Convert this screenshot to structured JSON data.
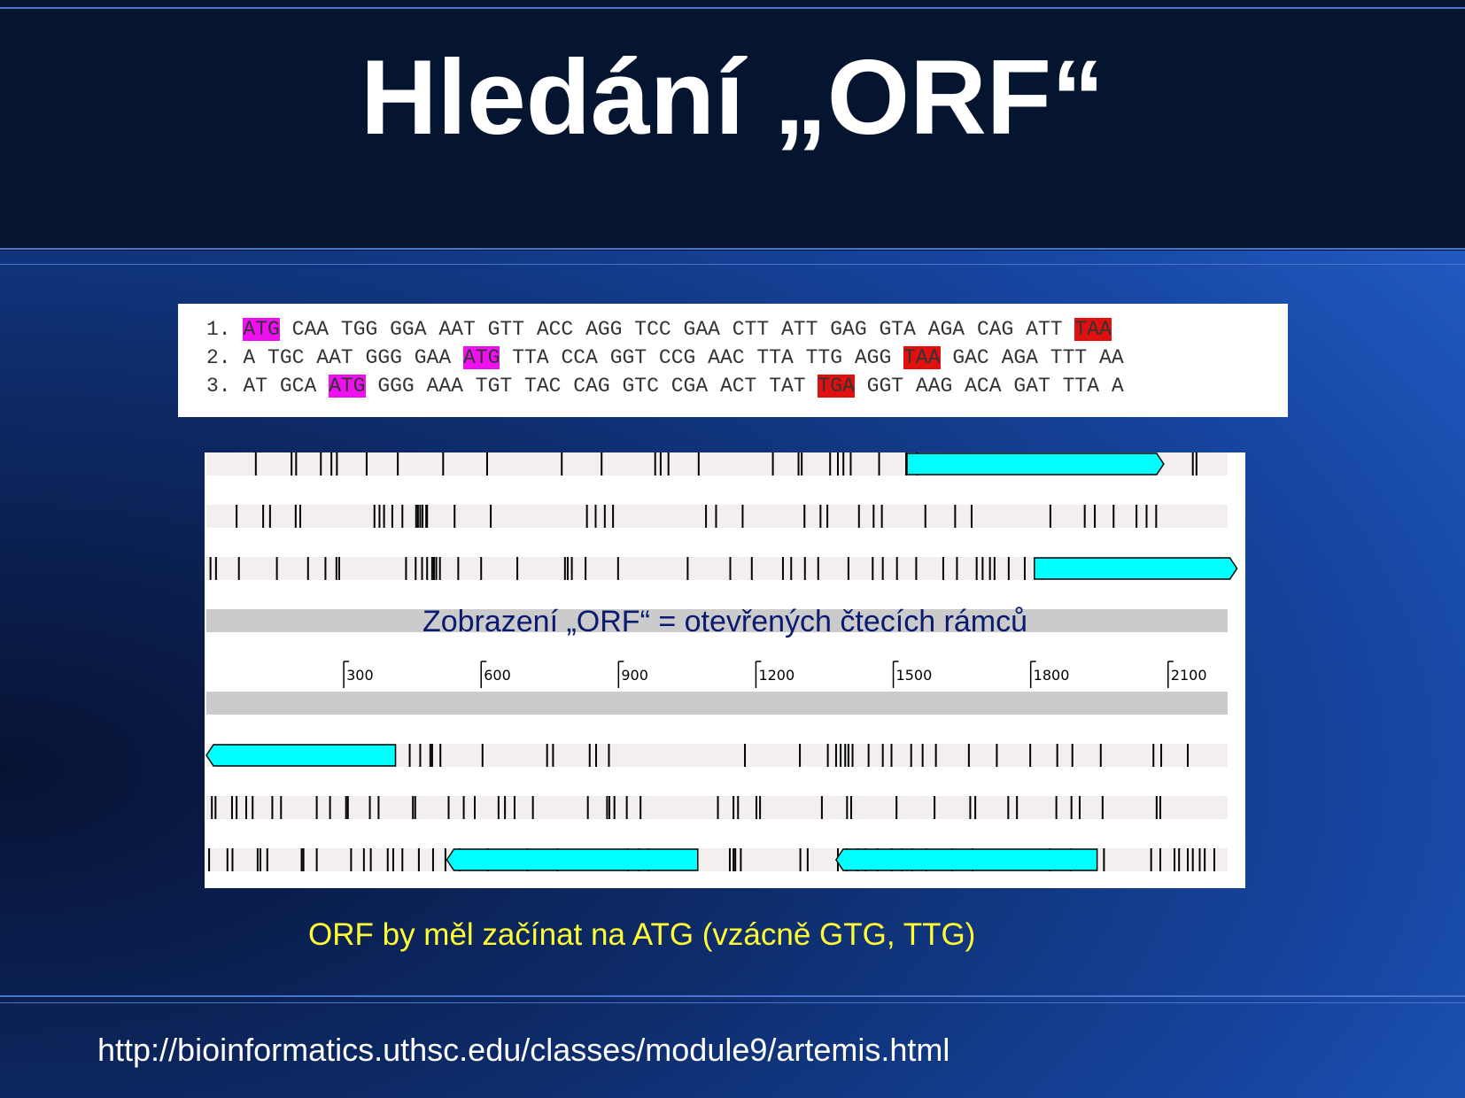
{
  "slide": {
    "title": "Hledání „ORF“",
    "sequence_frames": [
      {
        "num": "1.",
        "tokens": [
          {
            "t": "ATG",
            "mark": "start"
          },
          {
            "t": "CAA"
          },
          {
            "t": "TGG"
          },
          {
            "t": "GGA"
          },
          {
            "t": "AAT"
          },
          {
            "t": "GTT"
          },
          {
            "t": "ACC"
          },
          {
            "t": "AGG"
          },
          {
            "t": "TCC"
          },
          {
            "t": "GAA"
          },
          {
            "t": "CTT"
          },
          {
            "t": "ATT"
          },
          {
            "t": "GAG"
          },
          {
            "t": "GTA"
          },
          {
            "t": "AGA"
          },
          {
            "t": "CAG"
          },
          {
            "t": "ATT"
          },
          {
            "t": "TAA",
            "mark": "stop"
          }
        ]
      },
      {
        "num": "2.",
        "tokens": [
          {
            "t": "A"
          },
          {
            "t": "TGC"
          },
          {
            "t": "AAT"
          },
          {
            "t": "GGG"
          },
          {
            "t": "GAA"
          },
          {
            "t": "ATG",
            "mark": "start"
          },
          {
            "t": "TTA"
          },
          {
            "t": "CCA"
          },
          {
            "t": "GGT"
          },
          {
            "t": "CCG"
          },
          {
            "t": "AAC"
          },
          {
            "t": "TTA"
          },
          {
            "t": "TTG"
          },
          {
            "t": "AGG"
          },
          {
            "t": "TAA",
            "mark": "stop"
          },
          {
            "t": "GAC"
          },
          {
            "t": "AGA"
          },
          {
            "t": "TTT"
          },
          {
            "t": "AA"
          }
        ]
      },
      {
        "num": "3.",
        "tokens": [
          {
            "t": "AT"
          },
          {
            "t": "GCA"
          },
          {
            "t": "ATG",
            "mark": "start"
          },
          {
            "t": "GGG"
          },
          {
            "t": "AAA"
          },
          {
            "t": "TGT"
          },
          {
            "t": "TAC"
          },
          {
            "t": "CAG"
          },
          {
            "t": "GTC"
          },
          {
            "t": "CGA"
          },
          {
            "t": "ACT"
          },
          {
            "t": "TAT"
          },
          {
            "t": "TGA",
            "mark": "stop"
          },
          {
            "t": "GGT"
          },
          {
            "t": "AAG"
          },
          {
            "t": "ACA"
          },
          {
            "t": "GAT"
          },
          {
            "t": "TTA"
          },
          {
            "t": "A"
          }
        ]
      }
    ],
    "orf_view": {
      "label": "Zobrazení „ORF“ = otevřených čtecích rámců",
      "ruler_ticks": [
        "300",
        "600",
        "900",
        "1200",
        "1500",
        "1800",
        "2100"
      ],
      "ruler_range": [
        0,
        2230
      ],
      "forward_frames": [
        {
          "stops": [
            108,
            186,
            196,
            250,
            273,
            285,
            350,
            418,
            517,
            613,
            776,
            863,
            980,
            992,
            1009,
            1075,
            1237,
            1293,
            1300,
            1362,
            1379,
            1391,
            1407,
            1469,
            1528,
            1552,
            2154,
            2162
          ],
          "orfs": [
            {
              "start": 1530,
              "end": 2075,
              "strand": "+"
            }
          ]
        },
        {
          "stops": [
            66,
            124,
            139,
            195,
            205,
            367,
            378,
            388,
            406,
            428,
            458,
            462,
            467,
            472,
            480,
            482,
            542,
            621,
            831,
            850,
            870,
            888,
            1091,
            1113,
            1171,
            1306,
            1341,
            1356,
            1425,
            1457,
            1475,
            1570,
            1635,
            1671,
            1843,
            1918,
            1940,
            1981,
            2031,
            2053,
            2074
          ],
          "orfs": []
        },
        {
          "stops": [
            9,
            21,
            71,
            154,
            222,
            260,
            284,
            290,
            436,
            457,
            471,
            482,
            493,
            497,
            502,
            510,
            550,
            600,
            679,
            783,
            789,
            798,
            828,
            899,
            1051,
            1144,
            1191,
            1259,
            1277,
            1307,
            1336,
            1402,
            1455,
            1477,
            1508,
            1550,
            1609,
            1639,
            1682,
            1695,
            1711,
            1721,
            1752,
            1787
          ],
          "orfs": [
            {
              "start": 1808,
              "end": 2235,
              "strand": "+"
            }
          ]
        }
      ],
      "reverse_frames": [
        {
          "stops": [
            444,
            467,
            489,
            493,
            511,
            603,
            744,
            757,
            837,
            851,
            879,
            1176,
            1296,
            1357,
            1375,
            1385,
            1395,
            1402,
            1411,
            1446,
            1477,
            1496,
            1539,
            1564,
            1593,
            1665,
            1726,
            1799,
            1858,
            1891,
            1953,
            2068,
            2085,
            2143
          ],
          "orfs": [
            {
              "start": 0,
              "end": 413,
              "strand": "-"
            }
          ]
        },
        {
          "stops": [
            12,
            20,
            56,
            66,
            87,
            101,
            144,
            163,
            241,
            270,
            305,
            309,
            357,
            376,
            451,
            456,
            529,
            562,
            586,
            638,
            652,
            673,
            713,
            833,
            875,
            880,
            891,
            918,
            948,
            1117,
            1151,
            1161,
            1201,
            1209,
            1344,
            1399,
            1408,
            1507,
            1590,
            1668,
            1679,
            1751,
            1770,
            1856,
            1889,
            1907,
            1957,
            2075,
            2083
          ],
          "orfs": []
        },
        {
          "stops": [
            6,
            46,
            57,
            112,
            118,
            133,
            208,
            212,
            241,
            316,
            344,
            359,
            396,
            408,
            428,
            464,
            495,
            522,
            553,
            615,
            701,
            767,
            920,
            945,
            966,
            1143,
            1151,
            1155,
            1167,
            1297,
            1313,
            1379,
            1398,
            1422,
            1440,
            1466,
            1497,
            1519,
            1541,
            1572,
            1629,
            1673,
            1842,
            1887,
            1960,
            2063,
            2083,
            2114,
            2124,
            2143,
            2154,
            2169,
            2180,
            2201
          ],
          "orfs": [
            {
              "start": 525,
              "end": 1073,
              "strand": "-"
            },
            {
              "start": 1375,
              "end": 1945,
              "strand": "-"
            }
          ]
        }
      ]
    },
    "note": "ORF by měl začínat na ATG (vzácně GTG, TTG)",
    "url": "http://bioinformatics.uthsc.edu/classes/module9/artemis.html",
    "colors": {
      "header": "#06152f",
      "orf": "#00ffff",
      "start_codon": "#ee10ee",
      "stop_codon": "#e01010",
      "title": "#ffffff",
      "note": "#ffff33"
    }
  }
}
